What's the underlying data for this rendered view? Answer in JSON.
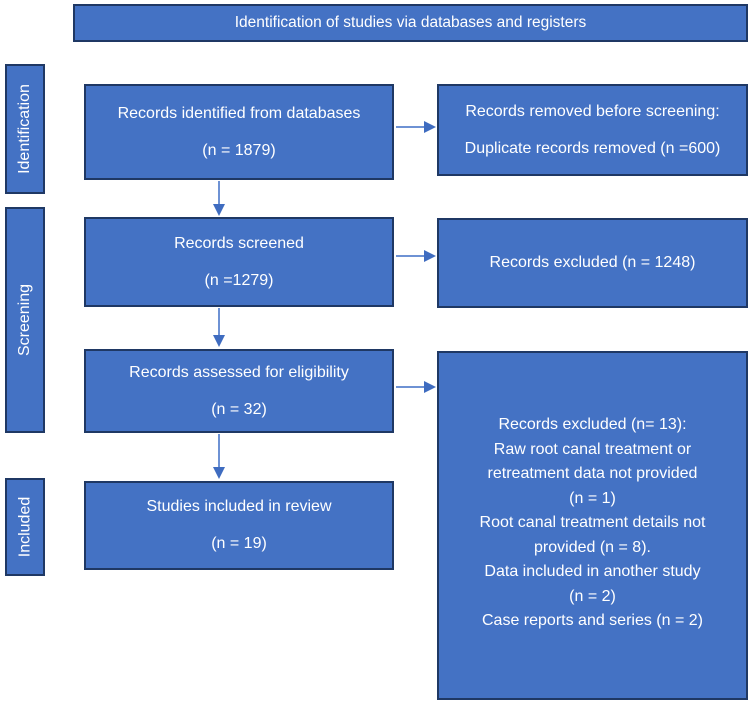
{
  "banner": {
    "label": "Identification of studies via databases and registers"
  },
  "sidebar": {
    "items": [
      {
        "label": "Identification"
      },
      {
        "label": "Screening"
      },
      {
        "label": "Included"
      }
    ]
  },
  "boxes": {
    "records_identified": {
      "lines": [
        "Records identified from databases",
        "(n = 1879)"
      ]
    },
    "records_screened": {
      "lines": [
        "Records screened",
        "(n =1279)"
      ]
    },
    "records_assessed": {
      "lines": [
        "Records assessed for eligibility",
        "(n = 32)"
      ]
    },
    "studies_included": {
      "lines": [
        "Studies included in review",
        "(n = 19)"
      ]
    },
    "records_removed": {
      "lines": [
        "Records removed before screening:",
        "Duplicate records removed (n =600)"
      ]
    },
    "records_excluded_screening": {
      "lines": [
        "Records excluded (n = 1248)"
      ]
    },
    "records_excluded_eligibility": {
      "lines": [
        "Records excluded (n= 13):",
        "Raw root canal treatment or",
        "retreatment data not provided",
        "(n = 1)",
        "Root canal treatment details not",
        "provided (n = 8).",
        "Data included in another study",
        "(n = 2)",
        "Case reports and series (n = 2)"
      ]
    }
  },
  "colors": {
    "box_fill": "#4472C4",
    "box_border": "#1F3864",
    "arrow": "#4472C4",
    "text": "#FFFFFF",
    "background": "#FFFFFF"
  }
}
